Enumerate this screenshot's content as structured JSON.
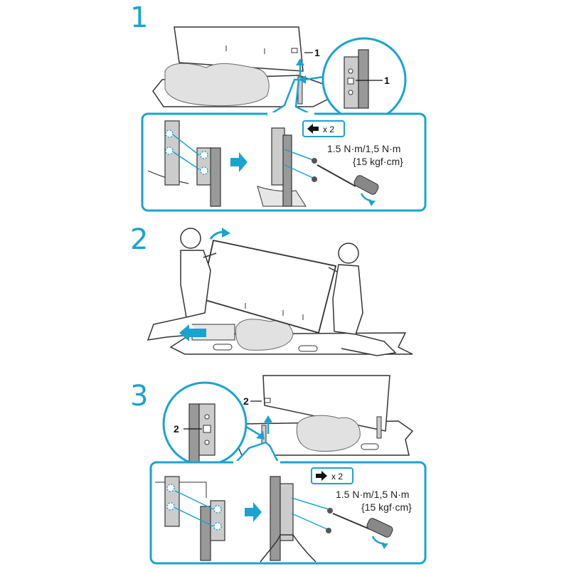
{
  "colors": {
    "accent": "#1aa3cf",
    "line": "#333333",
    "bag": "#d9d9d9",
    "box": "#ffffff"
  },
  "steps": [
    {
      "number": "1",
      "callout": "1",
      "screw_count": "x 2",
      "torque_line1": "1.5 N·m/1,5 N·m",
      "torque_line2": "{15 kgf·cm}"
    },
    {
      "number": "2"
    },
    {
      "number": "3",
      "callout": "2",
      "screw_count": "x 2",
      "torque_line1": "1.5 N·m/1,5 N·m",
      "torque_line2": "{15 kgf·cm}"
    }
  ],
  "icons": {
    "screw_remove": "arrow-left-screw-icon",
    "screw_attach": "arrow-right-screw-icon"
  }
}
